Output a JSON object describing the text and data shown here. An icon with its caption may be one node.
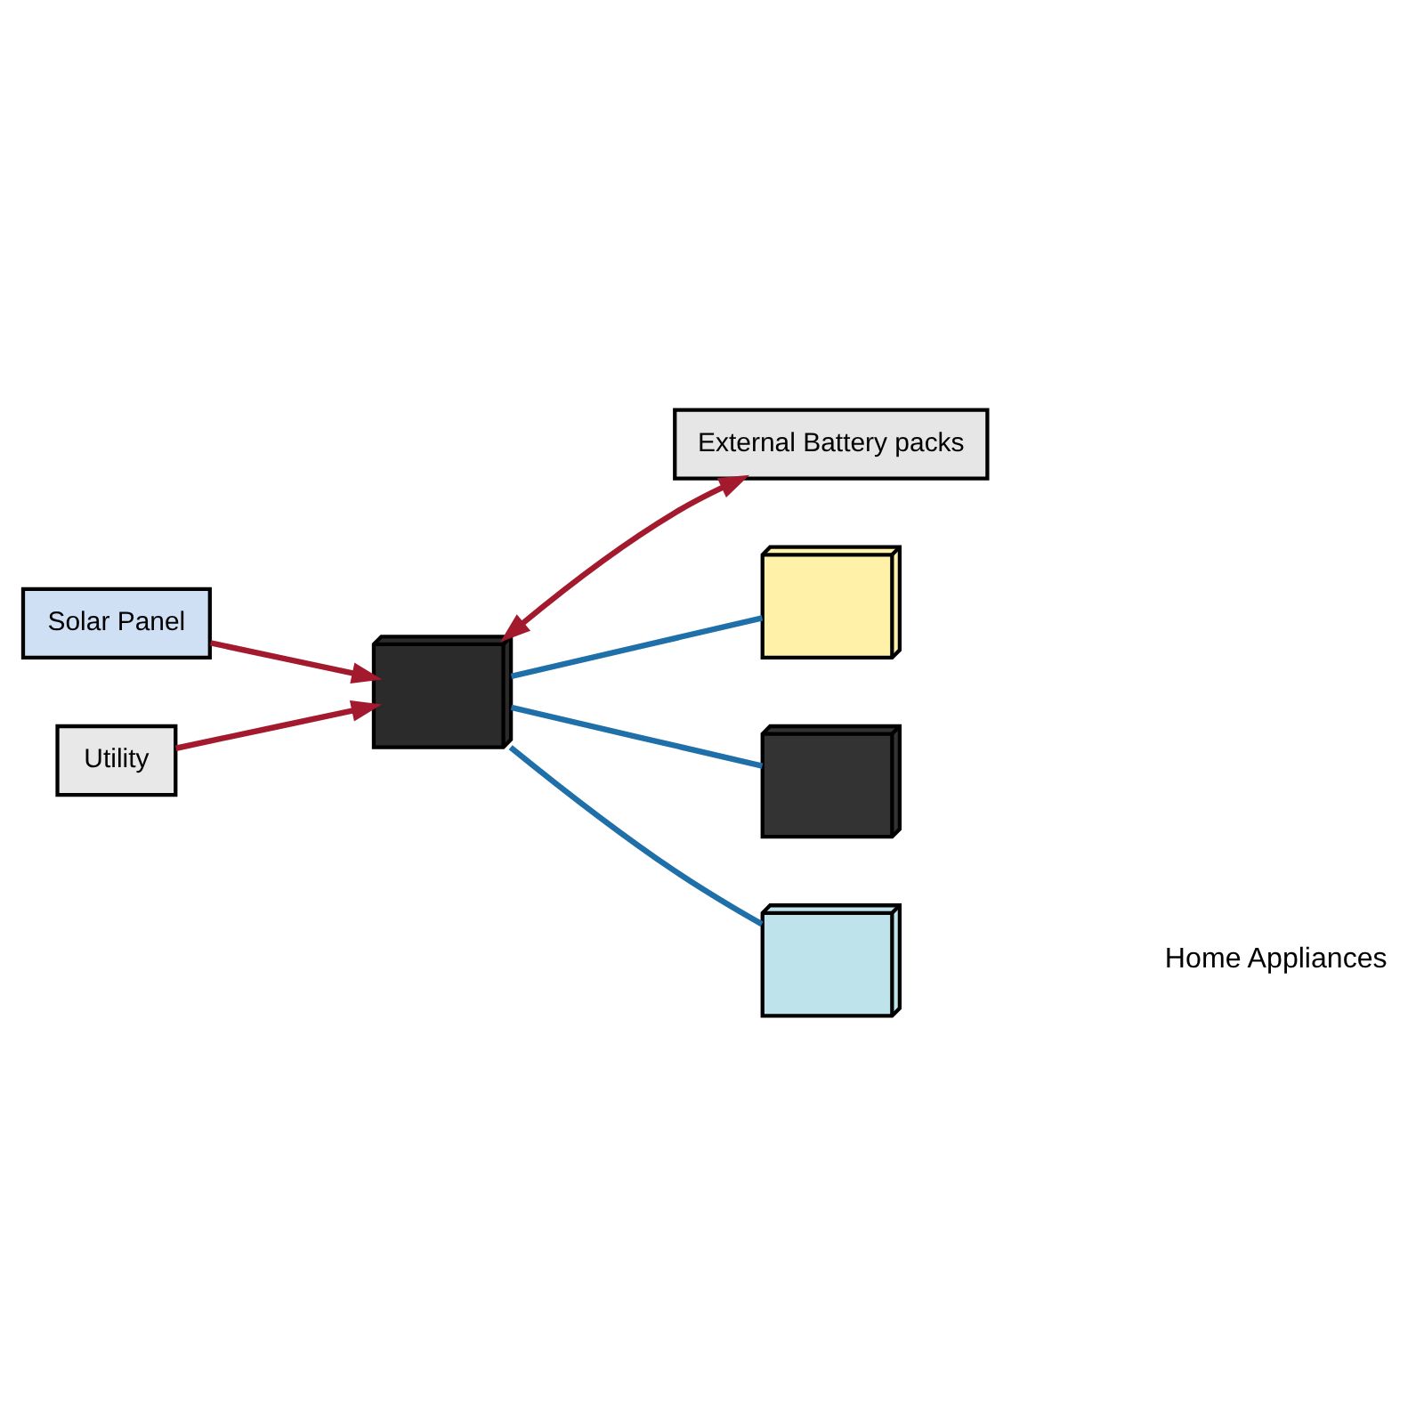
{
  "diagram": {
    "nodes": [
      {
        "text": [
          "Solar Panel"
        ]
      },
      {
        "text": [
          "Utility"
        ]
      },
      {
        "text": [],
        "shape": "picture"
      },
      {
        "text": [
          "External Battery packs"
        ]
      },
      {
        "text": [],
        "shape": "picture"
      },
      {
        "text": [],
        "shape": "picture"
      },
      {
        "text": [],
        "shape": "picture"
      }
    ],
    "edges": [
      {
        "from": 0,
        "to": 2,
        "arrow": "to",
        "color": "#a31a2e"
      },
      {
        "from": 1,
        "to": 2,
        "arrow": "to",
        "color": "#a31a2e"
      },
      {
        "from": 2,
        "to": 3,
        "arrow": "both",
        "color": "#a31a2e"
      },
      {
        "from": 2,
        "to": 4,
        "arrow": "none",
        "color": "#1f6fa8"
      },
      {
        "from": 2,
        "to": 5,
        "arrow": "none",
        "color": "#1f6fa8"
      },
      {
        "from": 2,
        "to": 6,
        "arrow": "none",
        "color": "#1f6fa8"
      }
    ],
    "labels": [
      "Home Appliances"
    ]
  }
}
